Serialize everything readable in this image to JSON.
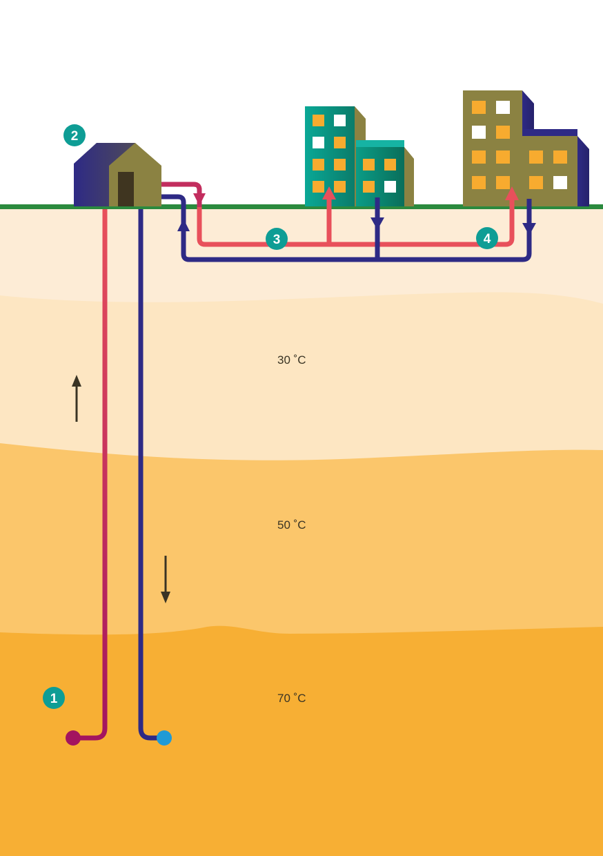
{
  "markers": [
    {
      "id": "1",
      "label": "1"
    },
    {
      "id": "2",
      "label": "2"
    },
    {
      "id": "3",
      "label": "3"
    },
    {
      "id": "4",
      "label": "4"
    }
  ],
  "temperatures": {
    "layer_30": "30 ˚C",
    "layer_50": "50 ˚C",
    "layer_70": "70 ˚C"
  },
  "colors": {
    "hot_pipe": "#e8505b",
    "hot_pipe_deep": "#a3145f",
    "cold_pipe": "#2e2a85",
    "cold_end": "#1f9ad6",
    "ground_line": "#2b8a3e",
    "badge": "#0e9d95",
    "layer_top": "#fdecd6",
    "layer_30": "#fde6c2",
    "layer_50": "#fbc66b",
    "layer_70": "#f7af34",
    "window_lit": "#f7ab2f",
    "window_white": "#ffffff",
    "building_teal": "#0aa896",
    "building_olive": "#8b8242"
  },
  "icons": [
    "flow-up-arrow-icon",
    "flow-down-arrow-icon",
    "house-icon",
    "apartment-building-icon",
    "office-building-icon"
  ]
}
